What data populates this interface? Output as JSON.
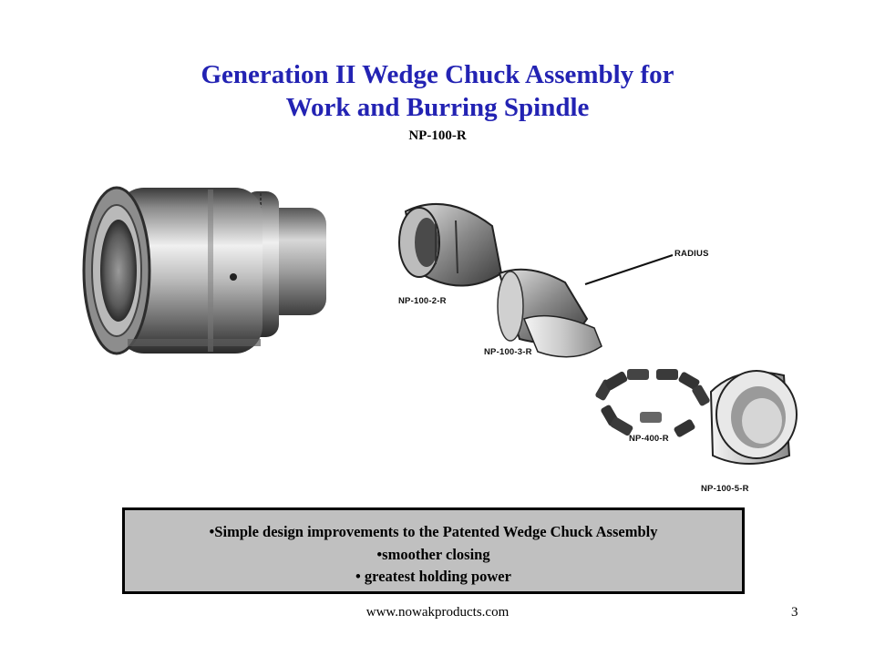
{
  "slide": {
    "title_line1": "Generation II Wedge Chuck Assembly for",
    "title_line2": "Work and Burring Spindle",
    "subtitle": "NP-100-R"
  },
  "parts": {
    "radius_label": "RADIUS",
    "part1": "NP-100-2-R",
    "part2": "NP-100-3-R",
    "part3": "NP-400-R",
    "part4": "NP-100-5-R"
  },
  "bullets": [
    "•Simple design improvements to the Patented Wedge Chuck Assembly",
    "•smoother closing",
    "• greatest  holding power"
  ],
  "footer": {
    "url": "www.nowakproducts.com",
    "page": "3"
  },
  "colors": {
    "title": "#2323b3",
    "box_background": "#c0c0c0",
    "box_border": "#000000"
  }
}
